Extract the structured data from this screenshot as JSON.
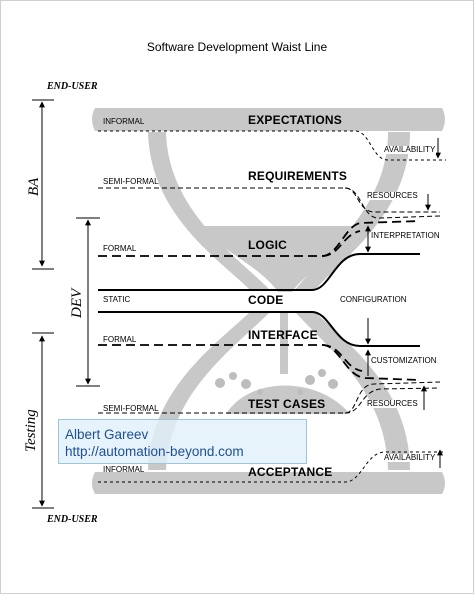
{
  "title": "Software Development Waist Line",
  "end_user_top": "END-USER",
  "end_user_bottom": "END-USER",
  "side_labels": {
    "ba": "BA",
    "dev": "DEV",
    "testing": "Testing"
  },
  "levels": [
    {
      "formality": "INFORMAL",
      "name": "EXPECTATIONS"
    },
    {
      "formality": "SEMI-FORMAL",
      "name": "REQUIREMENTS"
    },
    {
      "formality": "FORMAL",
      "name": "LOGIC"
    },
    {
      "formality": "STATIC",
      "name": "CODE"
    },
    {
      "formality": "FORMAL",
      "name": "INTERFACE"
    },
    {
      "formality": "SEMI-FORMAL",
      "name": "TEST CASES"
    },
    {
      "formality": "INFORMAL",
      "name": "ACCEPTANCE"
    }
  ],
  "annotations": {
    "availability_top": "AVAILABILITY",
    "resources_top": "RESOURCES",
    "interpretation": "INTERPRETATION",
    "configuration": "CONFIGURATION",
    "customization": "CUSTOMIZATION",
    "resources_bottom": "RESOURCES",
    "availability_bottom": "AVAILABILITY"
  },
  "watermark": {
    "name": "Albert Gareev",
    "url": "http://automation-beyond.com"
  },
  "colors": {
    "hourglass": "#c8c8c8",
    "watermark_text": "#1e4f96",
    "watermark_bg": "#e1f0fa"
  }
}
